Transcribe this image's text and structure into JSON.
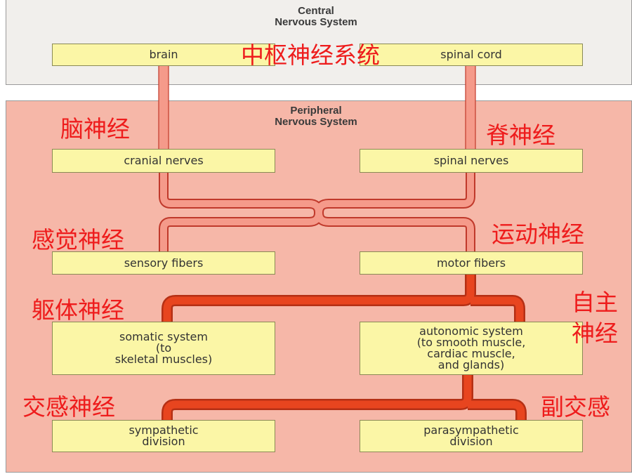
{
  "cns": {
    "title": "Central\nNervous System",
    "brain": "brain",
    "spinal_cord": "spinal cord"
  },
  "pns": {
    "title": "Peripheral\nNervous System",
    "cranial_nerves": "cranial nerves",
    "spinal_nerves": "spinal nerves",
    "sensory_fibers": "sensory fibers",
    "motor_fibers": "motor fibers",
    "somatic_system": "somatic system\n(to\nskeletal muscles)",
    "autonomic_system": "autonomic system\n(to smooth muscle,\ncardiac muscle,\nand glands)",
    "sympathetic": "sympathetic\ndivision",
    "parasympathetic": "parasympathetic\ndivision"
  },
  "annotations": {
    "cns": "中枢神经系统",
    "cranial": "脑神经",
    "spinal": "脊神经",
    "sensory": "感觉神经",
    "motor": "运动神经",
    "somatic": "躯体神经",
    "autonomic": "自主\n神经",
    "sympathetic": "交感神经",
    "parasympathetic": "副交感"
  },
  "colors": {
    "cns_panel": "#f1efec",
    "pns_panel": "#f6b7a8",
    "box_fill": "#fbf6a6",
    "pale_connector": "#f59a8a",
    "dark_connector": "#e8451f",
    "annotation_text": "#ee1c1c"
  }
}
